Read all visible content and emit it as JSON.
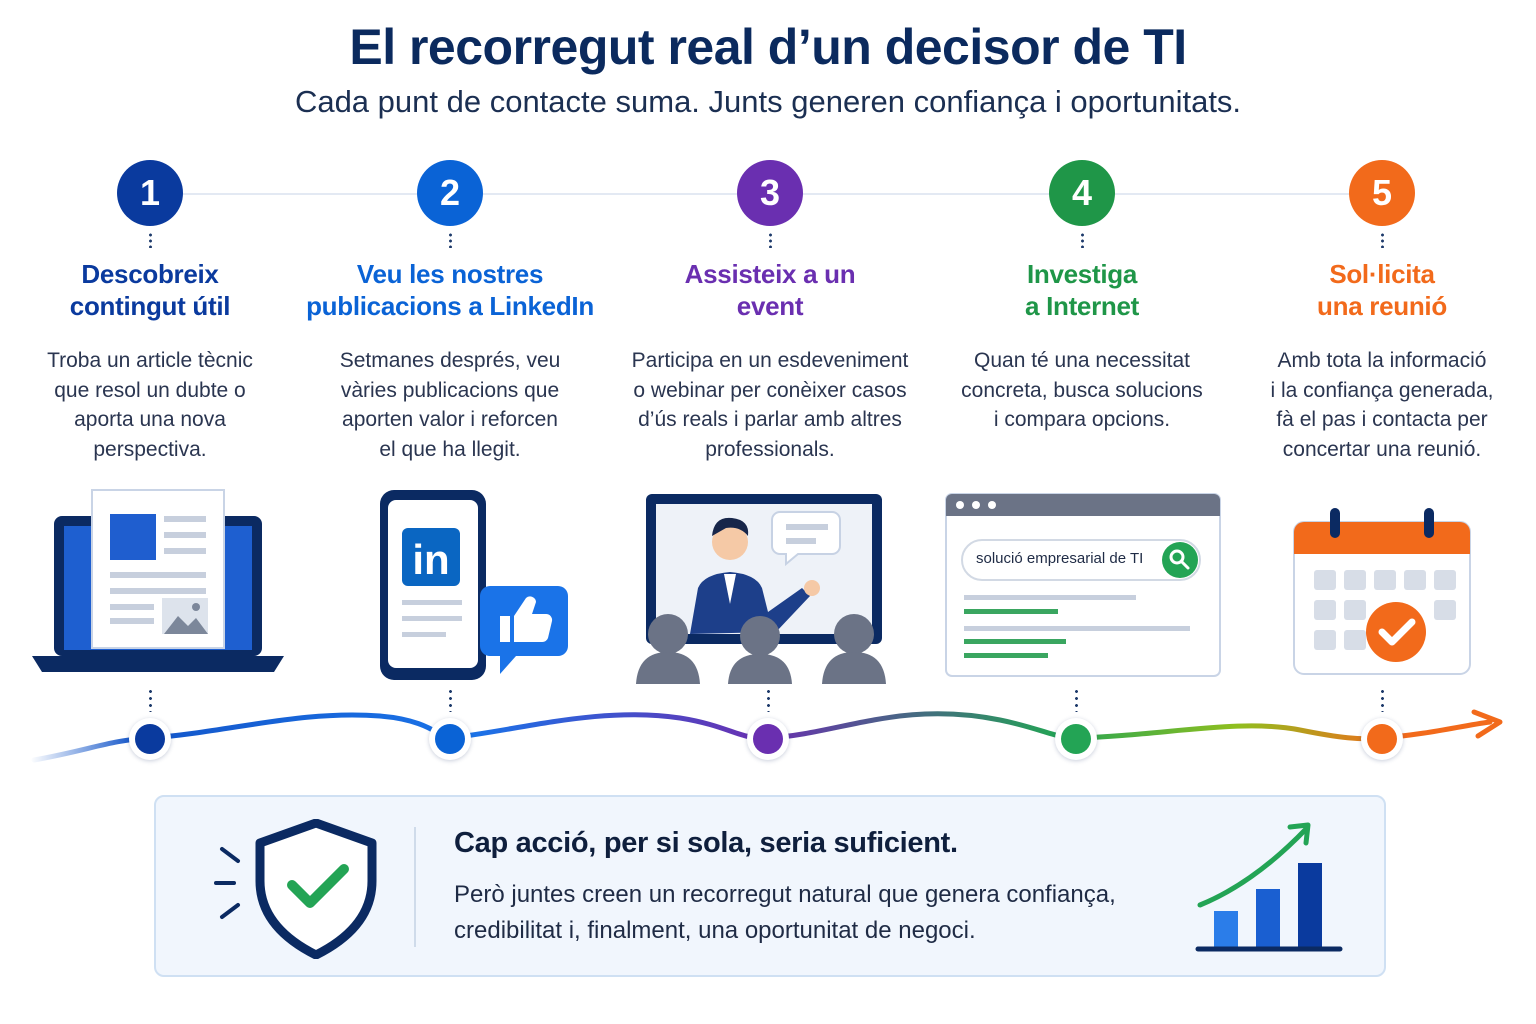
{
  "header": {
    "title": "El recorregut real d’un decisor de TI",
    "subtitle": "Cada punt de contacte suma. Junts generen confiança i oportunitats."
  },
  "steps": [
    {
      "number": "1",
      "title_line1": "Descobreix",
      "title_line2": "contingut útil",
      "desc": [
        "Troba un article tècnic",
        "que resol un dubte o",
        "aporta una nova",
        "perspectiva."
      ],
      "color": "#0a3a9e",
      "icon": "laptop-article-icon"
    },
    {
      "number": "2",
      "title_line1": "Veu les nostres",
      "title_line2": "publicacions a LinkedIn",
      "desc": [
        "Setmanes després, veu",
        "vàries publicacions que",
        "aporten valor i reforcen",
        "el que ha llegit."
      ],
      "color": "#0a63d6",
      "icon": "linkedin-phone-icon"
    },
    {
      "number": "3",
      "title_line1": "Assisteix a un",
      "title_line2": "event",
      "desc": [
        "Participa en un esdeveniment",
        "o webinar per conèixer casos",
        "d’ús reals i parlar amb altres",
        "professionals."
      ],
      "color": "#6a2fb0",
      "icon": "webinar-screen-icon"
    },
    {
      "number": "4",
      "title_line1": "Investiga",
      "title_line2": "a Internet",
      "desc": [
        "Quan té una necessitat",
        "concreta, busca solucions",
        "i compara opcions."
      ],
      "color": "#1f9648",
      "icon": "browser-search-icon"
    },
    {
      "number": "5",
      "title_line1": "Sol·licita",
      "title_line2": "una reunió",
      "desc": [
        "Amb tota la informació",
        "i la confiança generada,",
        "fà el pas i contacta per",
        "concertar una reunió."
      ],
      "color": "#f26a1b",
      "icon": "calendar-check-icon"
    }
  ],
  "illustrations": {
    "search_query": "solució empresarial de TI",
    "linkedin_logo": "in"
  },
  "summary": {
    "headline": "Cap acció, per si sola, seria suficient.",
    "body_line1": "Però juntes creen un recorregut natural que genera confiança,",
    "body_line2": "credibilitat i, finalment, una oportunitat de negoci.",
    "left_icon": "shield-check-icon",
    "right_icon": "growth-chart-icon"
  }
}
